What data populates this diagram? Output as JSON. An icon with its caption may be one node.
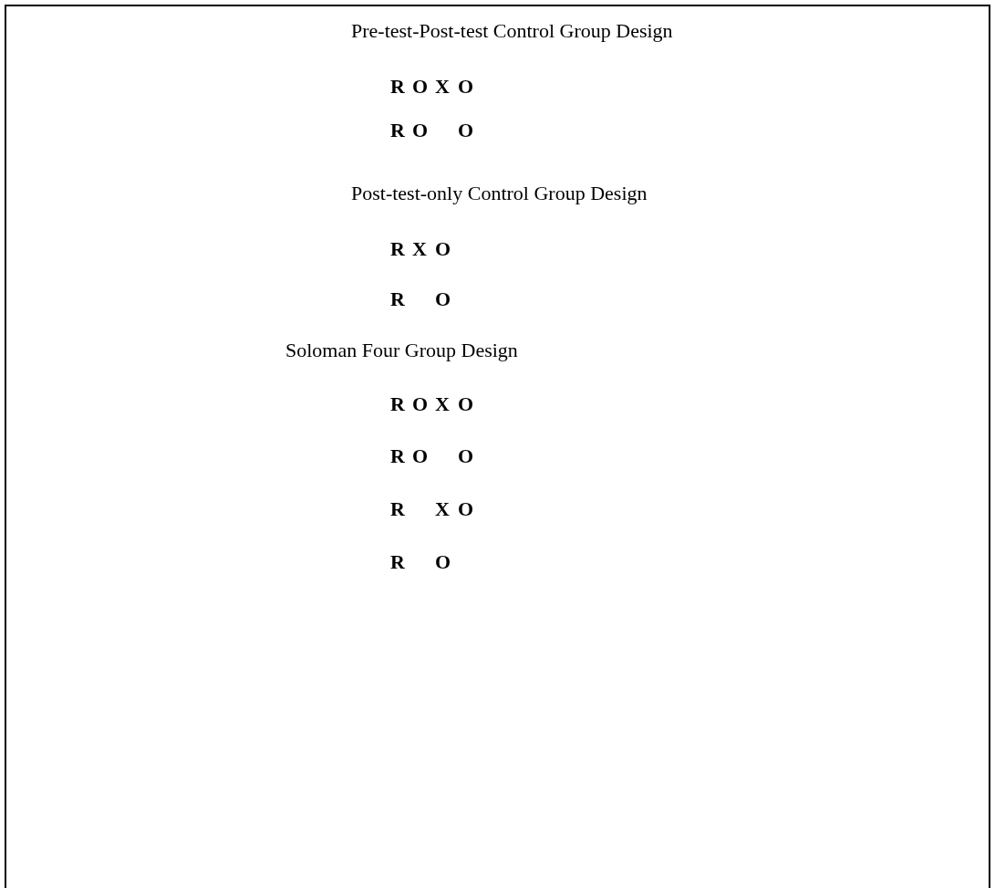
{
  "diagram": {
    "nodes": [
      {
        "text": [
          "Pre-test-Post-test Control Group Design",
          "R O X O",
          "R O O",
          "Post-test-only Control Group Design",
          "R X O",
          "R O",
          "Soloman Four Group Design",
          "R O X O",
          "R O O",
          "R X O",
          "R O"
        ]
      }
    ]
  }
}
